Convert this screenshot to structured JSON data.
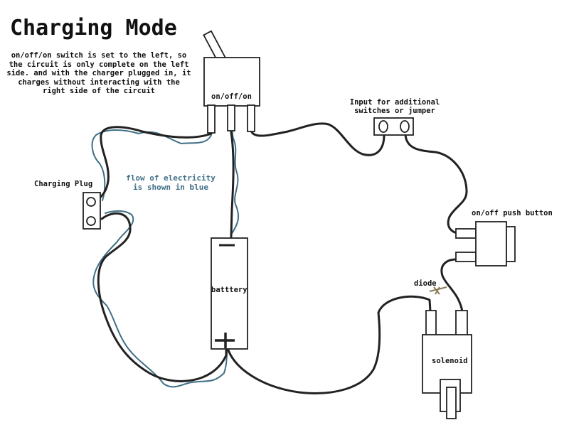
{
  "title": "Charging Mode",
  "description": "on/off/on switch is set to the left, so the circuit is only complete on the left side. and with the charger plugged in, it charges without interacting with the right side of the circuit",
  "labels": {
    "switch": "on/off/on",
    "charging_plug": "Charging Plug",
    "flow_note": "flow of electricity is shown in blue",
    "battery": "batttery",
    "input": "Input for additional switches or jumper",
    "push_button": "on/off push button",
    "diode": "diode",
    "solenoid": "solenoid"
  },
  "colors": {
    "wire": "#222222",
    "flow": "#3f6f87",
    "diode": "#8a7a5a"
  }
}
